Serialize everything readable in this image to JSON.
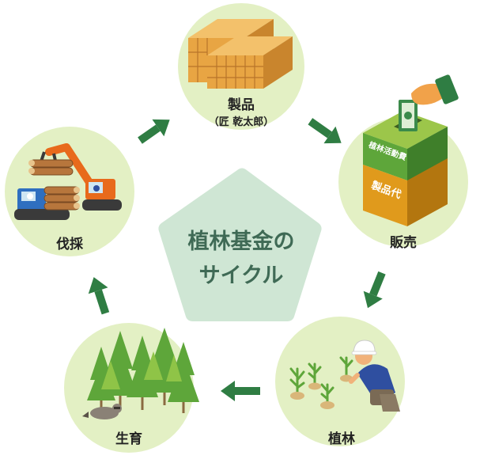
{
  "title_line1": "植林基金の",
  "title_line2": "サイクル",
  "nodes": {
    "product": {
      "label": "製品",
      "sub": "（匠 乾太郎）"
    },
    "sales": {
      "label": "販売",
      "box_top": "植林活動費",
      "box_bottom": "製品代"
    },
    "planting": {
      "label": "植林"
    },
    "growth": {
      "label": "生育"
    },
    "harvest": {
      "label": "伐採"
    }
  },
  "colors": {
    "circle": "#e3f0c4",
    "arrow": "#2f7d43",
    "pentagon": "#cfe6d4",
    "title": "#3f6a55"
  }
}
